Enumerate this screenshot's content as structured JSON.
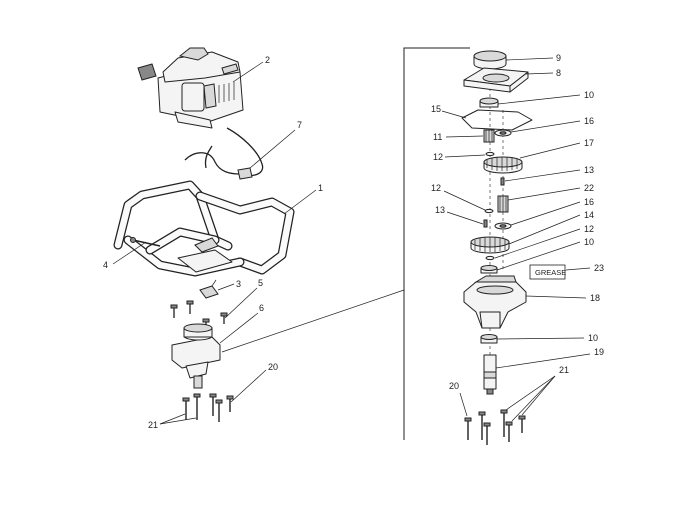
{
  "callouts_left": {
    "engine": "2",
    "throttle_cable": "7",
    "handle_frame": "1",
    "handle_bolt": "4",
    "throttle_switch": "3",
    "screws": "5",
    "gearbox_assembly": "6",
    "bolts_group": "21",
    "bolt_single": "20"
  },
  "callouts_right": {
    "cap": "9",
    "top_plate": "8",
    "bearing_top": "10",
    "gasket": "15",
    "pinion": "11",
    "bushing": "16",
    "gear_large": "17",
    "washer_a": "12",
    "pin_a": "13",
    "washer_b": "12",
    "shaft_pinion": "22",
    "pin_b": "13",
    "bushing_b": "16",
    "gear_lower": "14",
    "washer_c": "12",
    "bearing_mid": "10",
    "grease": "23",
    "housing": "18",
    "bearing_low": "10",
    "output_shaft": "19",
    "bolt_single": "20",
    "bolts_group": "21"
  },
  "grease_label": "GREASE"
}
